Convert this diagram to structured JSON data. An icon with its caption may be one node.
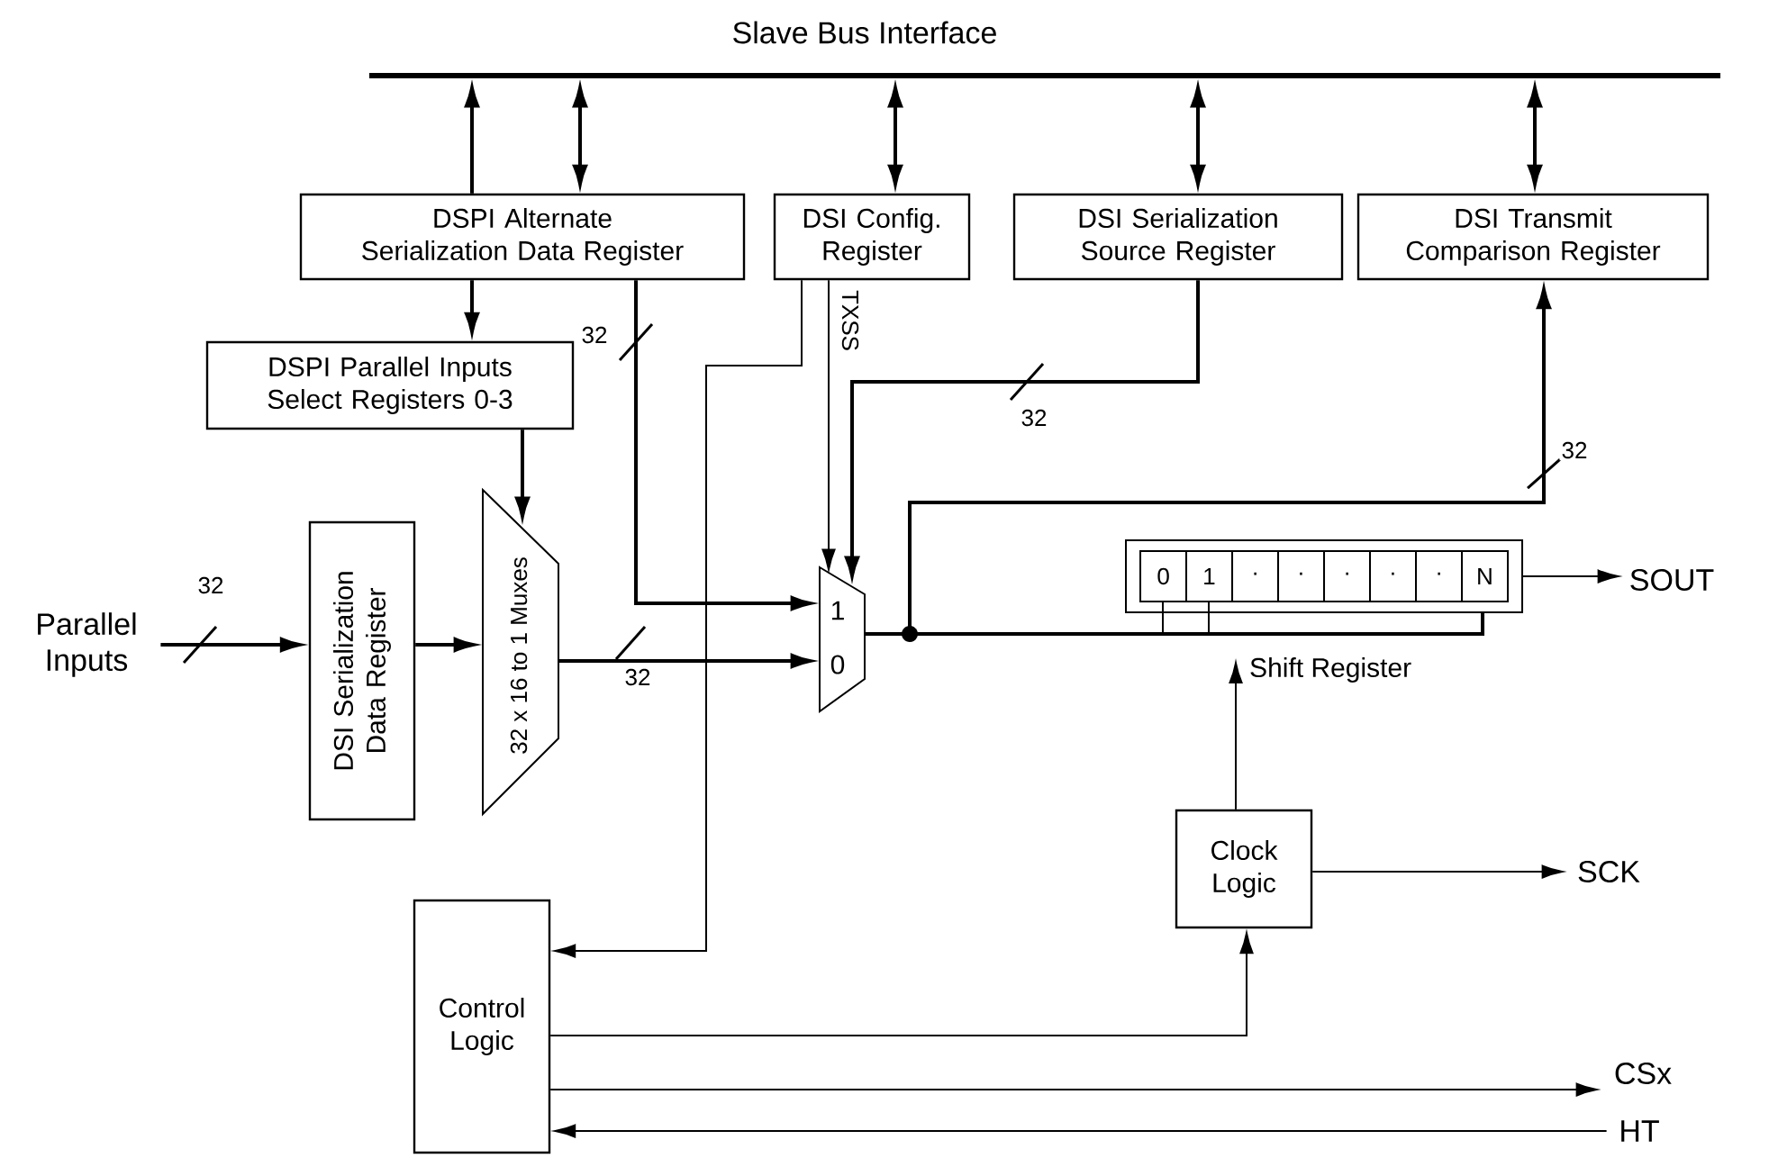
{
  "diagram": {
    "nodes": [
      {
        "text": [
          "Slave Bus Interface"
        ]
      },
      {
        "text": [
          "DSPI Alternate Serialization Data Register"
        ]
      },
      {
        "text": [
          "DSI Config. Register"
        ]
      },
      {
        "text": [
          "DSI Serialization Source Register"
        ]
      },
      {
        "text": [
          "DSI Transmit Comparison Register"
        ]
      },
      {
        "text": [
          "DSPI Parallel Inputs Select Registers 0-3"
        ]
      },
      {
        "text": [
          "Parallel Inputs"
        ]
      },
      {
        "text": [
          "DSI Serialization Data Register"
        ]
      },
      {
        "text": [
          "32 x 16 to 1 Muxes"
        ]
      },
      {
        "text": [
          "1",
          "0"
        ]
      },
      {
        "text": [
          "0",
          "1",
          "·",
          "·",
          "·",
          "·",
          "·",
          "N"
        ],
        "beside": [
          "Shift Register"
        ]
      },
      {
        "text": [
          "SOUT"
        ]
      },
      {
        "text": [
          "Clock Logic"
        ]
      },
      {
        "text": [
          "SCK"
        ]
      },
      {
        "text": [
          "Control Logic"
        ]
      },
      {
        "text": [
          "CSx"
        ]
      },
      {
        "text": [
          "HT"
        ]
      }
    ],
    "edges": [
      {
        "from": 1,
        "to": 0,
        "arrow": "to"
      },
      {
        "from": 0,
        "to": 1,
        "arrow": "both"
      },
      {
        "from": 0,
        "to": 2,
        "arrow": "both"
      },
      {
        "from": 0,
        "to": 3,
        "arrow": "both"
      },
      {
        "from": 0,
        "to": 4,
        "arrow": "both"
      },
      {
        "from": 1,
        "to": 5,
        "arrow": "to"
      },
      {
        "from": 1,
        "to": 9,
        "arrow": "to",
        "label": "32"
      },
      {
        "from": 2,
        "to": 14,
        "arrow": "to"
      },
      {
        "from": 2,
        "to": 9,
        "arrow": "to",
        "label": "TXSS"
      },
      {
        "from": 3,
        "to": 9,
        "arrow": "to",
        "label": "32"
      },
      {
        "from": 5,
        "to": 8,
        "arrow": "to"
      },
      {
        "from": 6,
        "to": 7,
        "arrow": "to",
        "label": "32"
      },
      {
        "from": 7,
        "to": 8,
        "arrow": "to"
      },
      {
        "from": 8,
        "to": 9,
        "arrow": "to",
        "label": "32"
      },
      {
        "from": 9,
        "to": 10,
        "arrow": "none"
      },
      {
        "from": 9,
        "to": 4,
        "arrow": "to",
        "label": "32"
      },
      {
        "from": 12,
        "to": 10,
        "arrow": "to"
      },
      {
        "from": 12,
        "to": 13,
        "arrow": "to"
      },
      {
        "from": 14,
        "to": 12,
        "arrow": "to"
      },
      {
        "from": 14,
        "to": 15,
        "arrow": "to"
      },
      {
        "from": 16,
        "to": 14,
        "arrow": "to"
      },
      {
        "from": 10,
        "to": 11,
        "arrow": "to"
      }
    ]
  }
}
